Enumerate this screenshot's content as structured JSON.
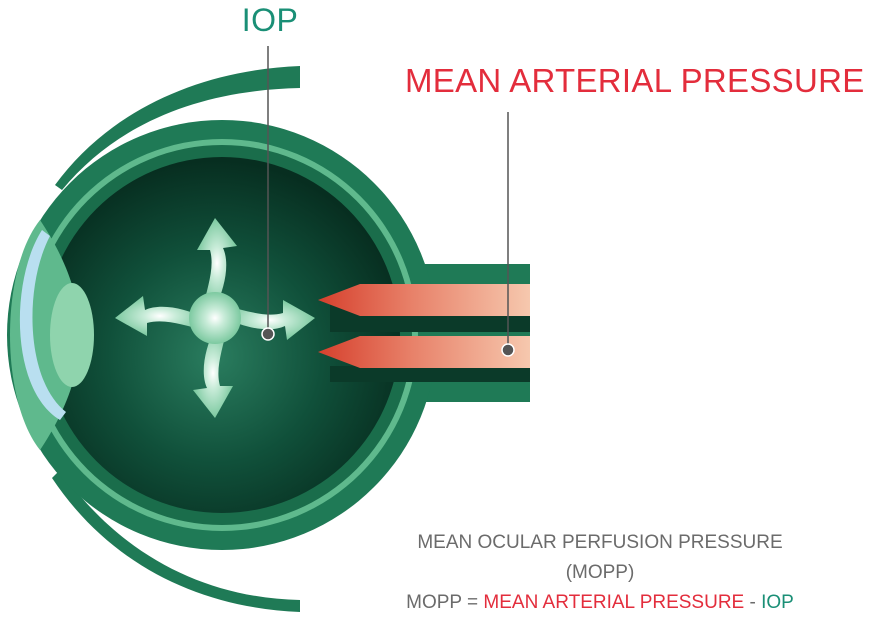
{
  "colors": {
    "eye_outer": "#1f7a56",
    "eye_inner_ring": "#1a6d4b",
    "eye_light": "#5fb98d",
    "eye_dark": "#0b3a29",
    "lens": "#8fd4ad",
    "cornea_highlight": "#b9dff0",
    "artery_red": "#d6402d",
    "artery_light": "#f6c8ae",
    "iop_teal": "#1a8f76",
    "map_red": "#e32d3c",
    "text_gray": "#6b6b6b",
    "leader_gray": "#555555"
  },
  "labels": {
    "iop": "IOP",
    "mean_arterial_pressure": "MEAN ARTERIAL PRESSURE"
  },
  "formula": {
    "title_line1": "MEAN OCULAR PERFUSION PRESSURE",
    "title_line2": "(MOPP)",
    "lhs": "MOPP = ",
    "term_map": "MEAN ARTERIAL PRESSURE",
    "minus": " - ",
    "term_iop": "IOP"
  }
}
